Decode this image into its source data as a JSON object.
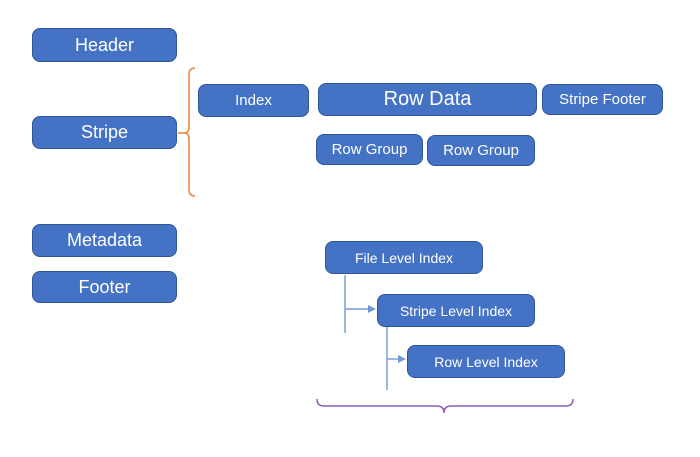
{
  "boxes": {
    "header": "Header",
    "stripe": "Stripe",
    "metadata": "Metadata",
    "footer": "Footer",
    "index": "Index",
    "row_data": "Row Data",
    "stripe_footer": "Stripe Footer",
    "row_group_1": "Row Group",
    "row_group_2": "Row Group",
    "file_level_index": "File Level Index",
    "stripe_level_index": "Stripe Level Index",
    "row_level_index": "Row Level Index"
  },
  "colors": {
    "box_fill": "#4472C4",
    "box_border": "#2F5597",
    "box_text": "#FFFFFF",
    "stripe_brace": "#ED8A43",
    "index_connector": "#7398DA",
    "bottom_brace": "#8B5BB5"
  }
}
